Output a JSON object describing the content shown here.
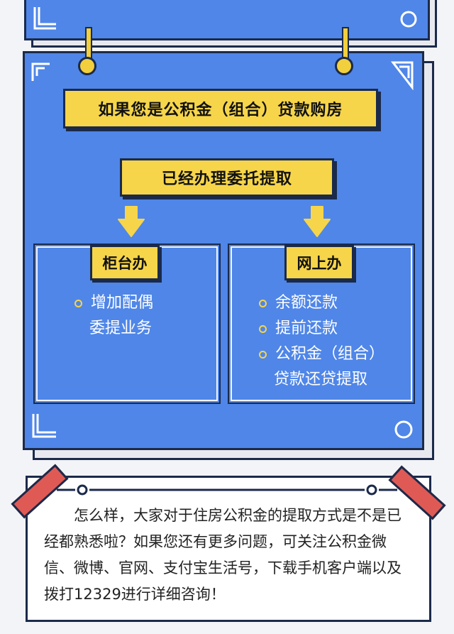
{
  "main": {
    "title": "如果您是公积金（组合）贷款购房",
    "subtitle": "已经办理委托提取"
  },
  "counter": {
    "label": "柜台办",
    "items": [
      "增加配偶",
      "委提业务"
    ]
  },
  "online": {
    "label": "网上办",
    "items": [
      "余额还款",
      "提前还款",
      "公积金（组合）",
      "贷款还贷提取"
    ]
  },
  "note": {
    "text": "　　怎么样，大家对于住房公积金的提取方式是不是已经都熟悉啦？如果您还有更多问题，可关注公积金微信、微博、官网、支付宝生活号，下载手机客户端以及拨打12329进行详细咨询！"
  },
  "colors": {
    "panel_blue": "#4f86e8",
    "accent_yellow": "#f6d54a",
    "outline_navy": "#1b2a4a",
    "tape_red": "#e05a55"
  }
}
